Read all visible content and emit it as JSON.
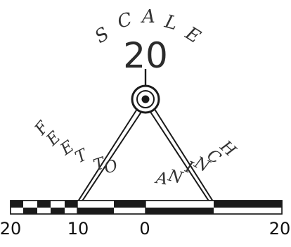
{
  "scale_word": "SCALE",
  "scale_value": "20",
  "caption_left": "FEET TO",
  "caption_right": "AN INCH",
  "axis_labels": [
    "20",
    "10",
    "0",
    "20"
  ],
  "colors": {
    "ink": "#1a1a1a",
    "text": "#333333",
    "background": "#ffffff"
  },
  "icons": [
    "drafting-compass-icon",
    "graphic-scale-bar"
  ]
}
